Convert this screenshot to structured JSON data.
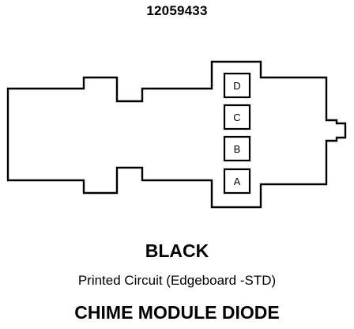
{
  "part_number": "12059433",
  "connector": {
    "pins": [
      "D",
      "C",
      "B",
      "A"
    ]
  },
  "connector_color": "BLACK",
  "connector_type": "Printed Circuit (Edgeboard -STD)",
  "component_name": "CHIME MODULE DIODE"
}
